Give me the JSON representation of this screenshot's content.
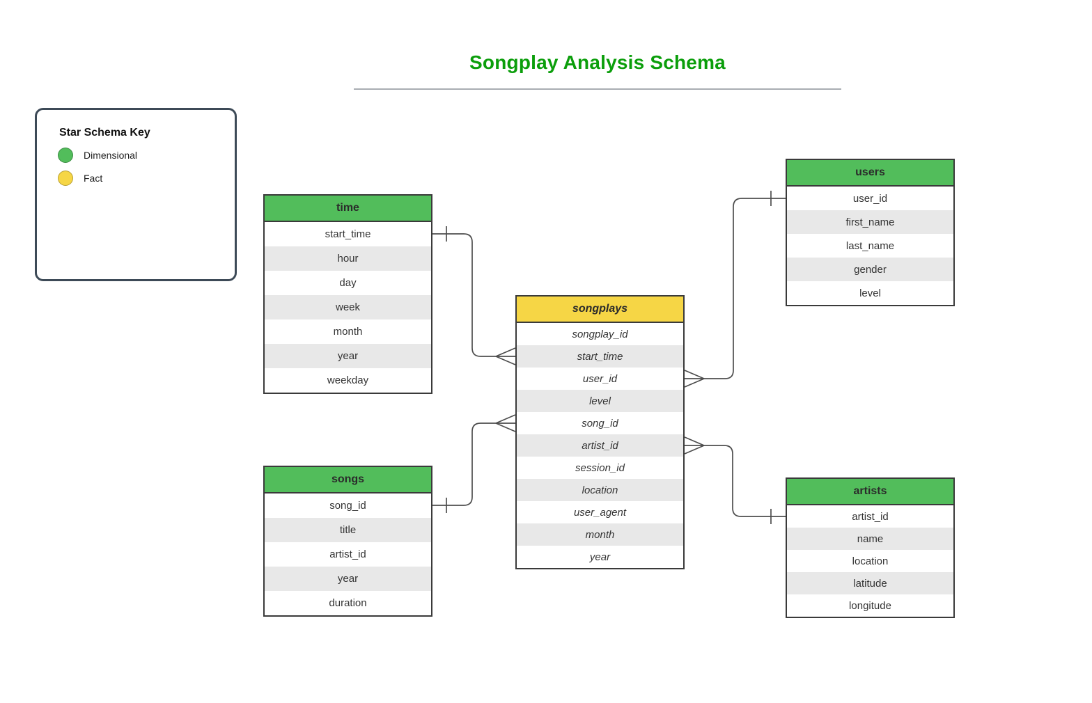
{
  "page": {
    "title": "Songplay Analysis Schema",
    "title_color": "#0b9e0b"
  },
  "legend": {
    "title": "Star Schema Key",
    "items": [
      {
        "label": "Dimensional",
        "color": "#52bd5b"
      },
      {
        "label": "Fact",
        "color": "#f6d645"
      }
    ]
  },
  "colors": {
    "dimensional_header": "#52bd5b",
    "fact_header": "#f6d645",
    "row_alternate": "#e8e8e8",
    "table_border": "#3a3a3a",
    "connector": "#4d4d4d",
    "title_underline": "#a9adb2"
  },
  "tables": {
    "time": {
      "title": "time",
      "kind": "dimensional",
      "fields": [
        "start_time",
        "hour",
        "day",
        "week",
        "month",
        "year",
        "weekday"
      ]
    },
    "songs": {
      "title": "songs",
      "kind": "dimensional",
      "fields": [
        "song_id",
        "title",
        "artist_id",
        "year",
        "duration"
      ]
    },
    "songplays": {
      "title": "songplays",
      "kind": "fact",
      "fields": [
        "songplay_id",
        "start_time",
        "user_id",
        "level",
        "song_id",
        "artist_id",
        "session_id",
        "location",
        "user_agent",
        "month",
        "year"
      ]
    },
    "users": {
      "title": "users",
      "kind": "dimensional",
      "fields": [
        "user_id",
        "first_name",
        "last_name",
        "gender",
        "level"
      ]
    },
    "artists": {
      "title": "artists",
      "kind": "dimensional",
      "fields": [
        "artist_id",
        "name",
        "location",
        "latitude",
        "longitude"
      ]
    }
  },
  "relationships": [
    {
      "from": "time.start_time",
      "to": "songplays.start_time",
      "cardinality": "one-to-many"
    },
    {
      "from": "songs.song_id",
      "to": "songplays.song_id",
      "cardinality": "one-to-many"
    },
    {
      "from": "users.user_id",
      "to": "songplays.user_id",
      "cardinality": "one-to-many"
    },
    {
      "from": "artists.artist_id",
      "to": "songplays.artist_id",
      "cardinality": "one-to-many"
    }
  ]
}
